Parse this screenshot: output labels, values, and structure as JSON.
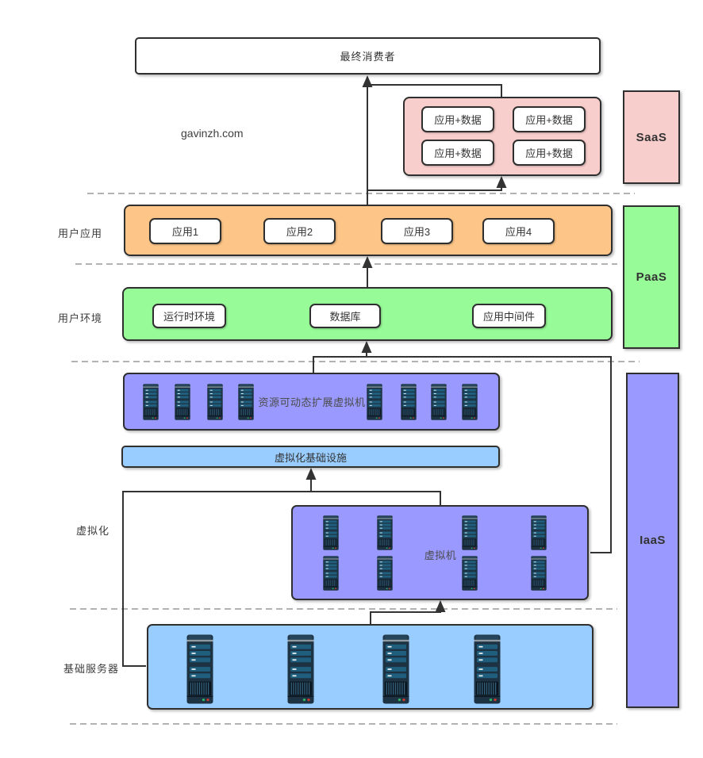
{
  "watermark": "gavinzh.com",
  "consumer_box": "最终消费者",
  "badges": {
    "saas": "SaaS",
    "paas": "PaaS",
    "iaas": "IaaS"
  },
  "saas_group": {
    "items": [
      "应用+数据",
      "应用+数据",
      "应用+数据",
      "应用+数据"
    ]
  },
  "user_app_row": {
    "side_label": "用户应用",
    "items": [
      "应用1",
      "应用2",
      "应用3",
      "应用4"
    ]
  },
  "user_env_row": {
    "side_label": "用户环境",
    "items": [
      "运行时环境",
      "数据库",
      "应用中间件"
    ]
  },
  "virtualization": {
    "side_label": "虚拟化",
    "scalable_vm_label": "资源可动态扩展虚拟机",
    "infra_label": "虚拟化基础设施",
    "vm_label": "虚拟机"
  },
  "base_server_row": {
    "side_label": "基础服务器"
  },
  "colors": {
    "saas_pink": "#f8cecc",
    "app_orange": "#fdc688",
    "paas_green": "#97fb97",
    "iaas_purple": "#9999ff",
    "infra_blue": "#99ccff",
    "line": "#333333",
    "divider": "#999999"
  }
}
